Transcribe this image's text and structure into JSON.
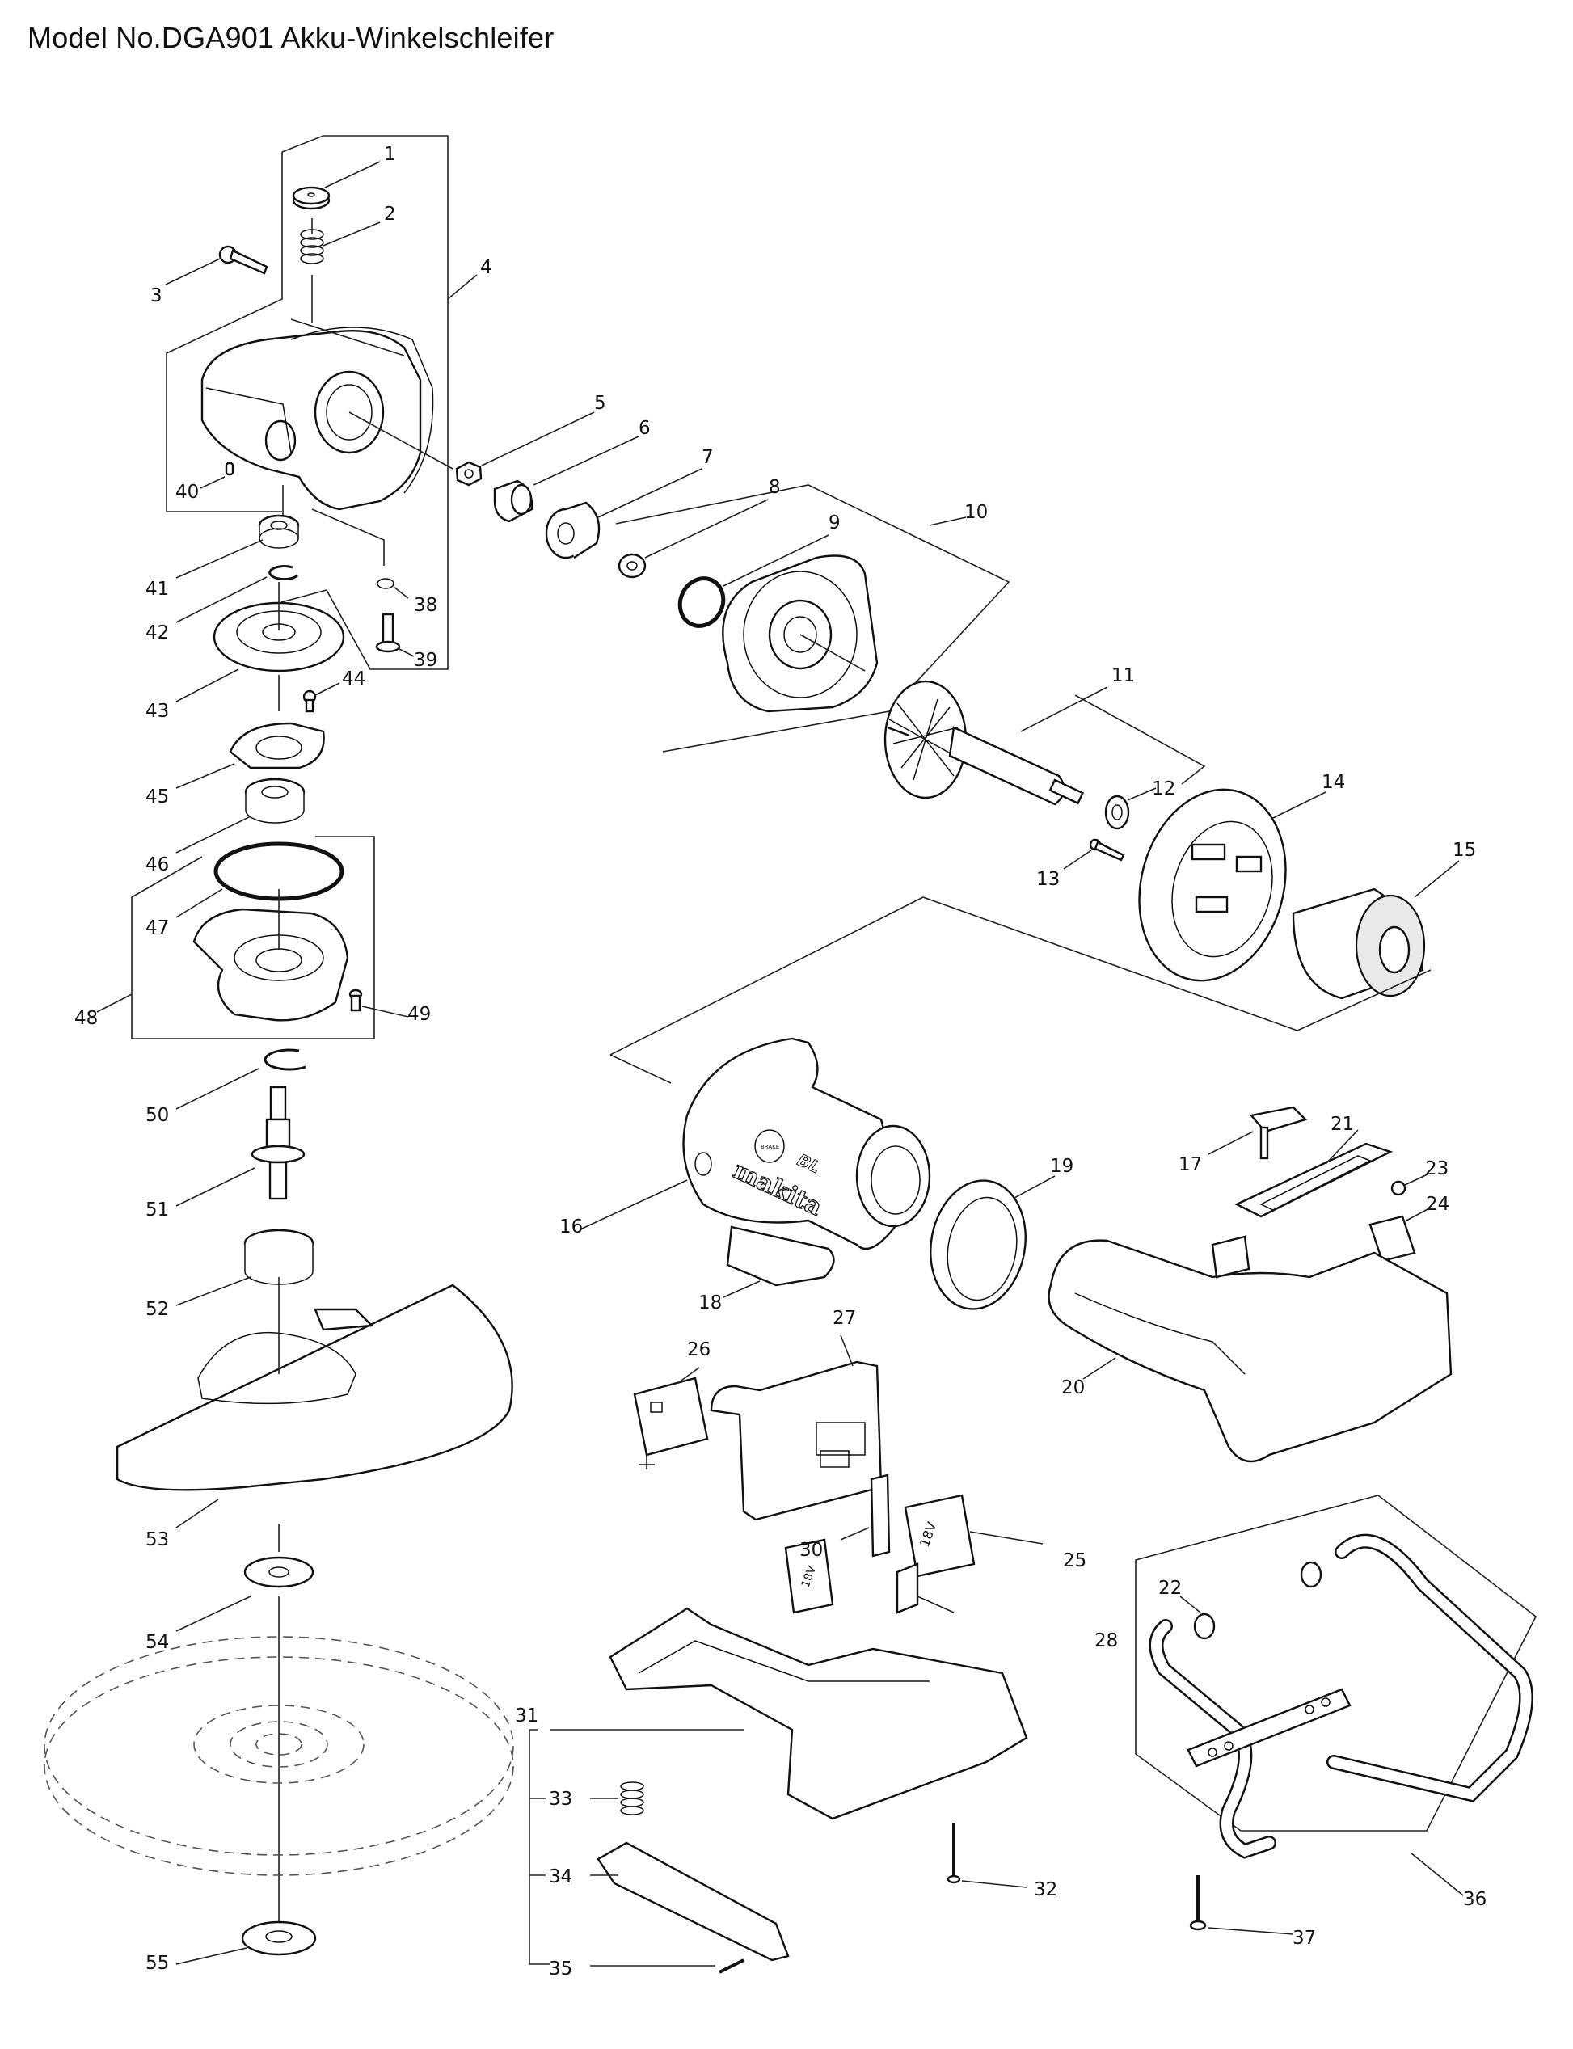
{
  "title": "Model No.DGA901 Akku-Winkelschleifer",
  "diagram": {
    "type": "exploded parts diagram",
    "part_labels": [
      "1",
      "2",
      "3",
      "4",
      "5",
      "6",
      "7",
      "8",
      "9",
      "10",
      "11",
      "12",
      "13",
      "14",
      "15",
      "16",
      "17",
      "18",
      "19",
      "20",
      "21",
      "22",
      "23",
      "24",
      "25",
      "26",
      "27",
      "28",
      "30",
      "31",
      "32",
      "33",
      "34",
      "35",
      "36",
      "37",
      "38",
      "39",
      "40",
      "41",
      "42",
      "43",
      "44",
      "45",
      "46",
      "47",
      "48",
      "49",
      "50",
      "51",
      "52",
      "53",
      "54",
      "55"
    ],
    "part_markings": {
      "brand_logo": "makita",
      "brake_badge": "BRAKE",
      "motor_badge": "BL",
      "voltage_marking": "18V"
    }
  }
}
